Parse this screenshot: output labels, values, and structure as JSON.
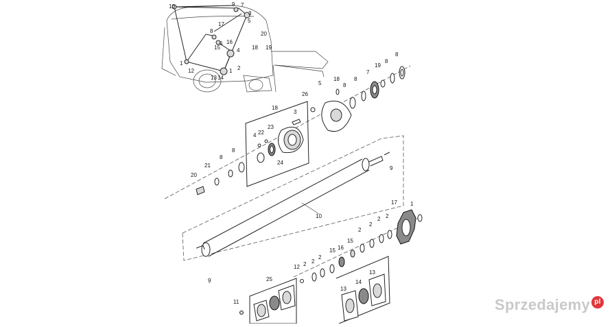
{
  "diagram": {
    "callouts": [
      "10",
      "9",
      "7",
      "17",
      "3",
      "8",
      "5",
      "20",
      "16",
      "15",
      "6",
      "18",
      "19",
      "1",
      "4",
      "12",
      "13",
      "2",
      "14",
      "26",
      "22",
      "23",
      "24",
      "21",
      "11",
      "25"
    ]
  },
  "watermark": {
    "text": "Sprzedajemy",
    "badge": "pl"
  }
}
